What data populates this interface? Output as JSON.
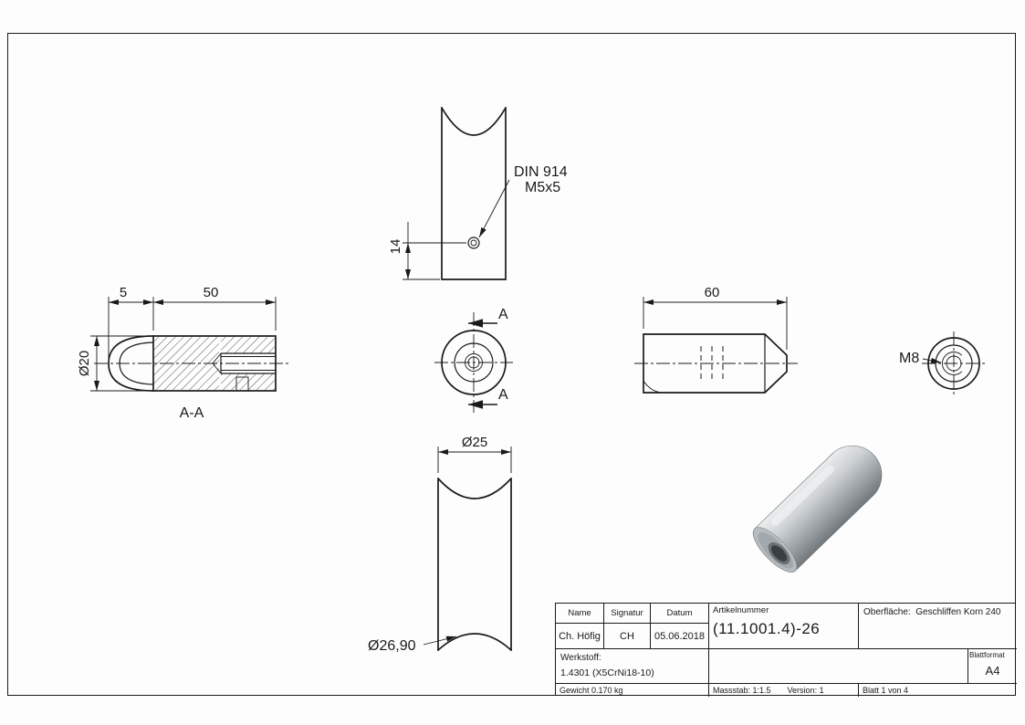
{
  "drawing": {
    "top_view": {
      "din_line1": "DIN 914",
      "din_line2": "M5x5",
      "dim_depth": "14"
    },
    "section_view": {
      "dim_tip": "5",
      "dim_body": "50",
      "dim_dia": "Ø20",
      "label": "A-A"
    },
    "circular_view": {
      "cut_label_top": "A",
      "cut_label_bottom": "A"
    },
    "side_view": {
      "dim_length": "60"
    },
    "end_view": {
      "thread": "M8"
    },
    "front_view": {
      "dim_dia_outer": "Ø25",
      "dim_saddle": "Ø26,90"
    }
  },
  "title_block": {
    "col_name": "Name",
    "col_signatur": "Signatur",
    "col_datum": "Datum",
    "col_artikelnummer": "Artikelnummer",
    "oberflaeche_label": "Oberfläche:",
    "oberflaeche_value": "Geschliffen Korn 240",
    "name_value": "Ch. Höfig",
    "signatur_value": "CH",
    "datum_value": "05.06.2018",
    "artikelnummer_value": "(11.1001.4)-26",
    "werkstoff_label": "Werkstoff:",
    "werkstoff_value": "1.4301 (X5CrNi18-10)",
    "gewicht": "Gewicht 0.170 kg",
    "massstab": "Massstab: 1:1.5",
    "version": "Version: 1",
    "blatt": "Blatt 1 von 4",
    "blattformat_label": "Blattformat",
    "blattformat_value": "A4"
  }
}
